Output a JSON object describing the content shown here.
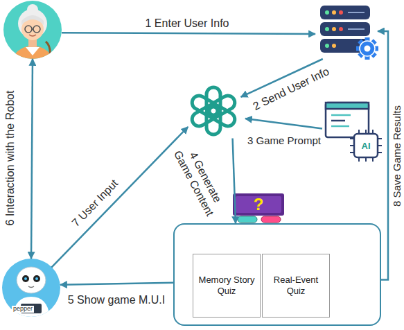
{
  "diagram": {
    "nodes": [
      {
        "text": []
      },
      {
        "text": []
      },
      {
        "text": []
      },
      {
        "text": []
      },
      {
        "text": []
      },
      {
        "text": [
          "Memory Story Quiz"
        ],
        "in": 4
      },
      {
        "text": [
          "Real-Event Quiz"
        ],
        "in": 4
      },
      {
        "text": [
          "pepper"
        ]
      }
    ],
    "edges": [
      {
        "from": 0,
        "to": 1,
        "arrow": "to",
        "label": "1 Enter User Info"
      },
      {
        "from": 1,
        "to": 2,
        "arrow": "to",
        "label": "2 Send User Info"
      },
      {
        "from": 3,
        "to": 2,
        "arrow": "to",
        "label": "3 Game Prompt"
      },
      {
        "from": 2,
        "to": 4,
        "arrow": "to",
        "label": "4 Generate Game Content"
      },
      {
        "from": 4,
        "to": 7,
        "arrow": "to",
        "label": "5 Show game M.U.I"
      },
      {
        "from": 0,
        "to": 7,
        "arrow": "both",
        "label": "6 Interaction with the Robot"
      },
      {
        "from": 7,
        "to": 2,
        "arrow": "to",
        "label": "7 User Input"
      },
      {
        "from": 4,
        "to": 1,
        "arrow": "to",
        "label": "8 Save Game Results"
      }
    ],
    "labels": [
      "?",
      "AI"
    ]
  }
}
